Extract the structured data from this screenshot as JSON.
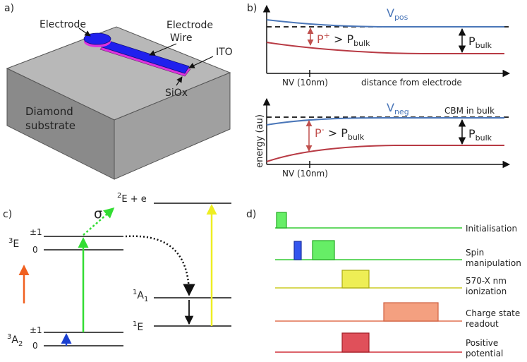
{
  "panel_a": {
    "label": "a)",
    "electrode": "Electrode",
    "wire_line1": "Electrode",
    "wire_line2": "Wire",
    "ito": "ITO",
    "siox": "SiOx",
    "substrate_line1": "Diamond",
    "substrate_line2": "substrate"
  },
  "panel_b": {
    "label": "b)",
    "y_label": "energy (au)",
    "top": {
      "v_label": "V",
      "v_sub": "pos",
      "p_rel": "P",
      "p_rel_sup": "+",
      "p_rel_mid": " > P",
      "p_rel_sub": "bulk",
      "p_bulk": "P",
      "p_bulk_sub": "bulk",
      "x_tick": "NV (10nm)",
      "x_label": "distance from electrode"
    },
    "bottom": {
      "v_label": "V",
      "v_sub": "neg",
      "cbm_label": "CBM in bulk",
      "p_rel": "P",
      "p_rel_sup": "-",
      "p_rel_mid": " > P",
      "p_rel_sub": "bulk",
      "p_bulk": "P",
      "p_bulk_sub": "bulk",
      "x_tick": "NV (10nm)"
    },
    "colors": {
      "pos_curve": "#4a76b8",
      "neg_curve": "#b83a44",
      "arrow": "#c0504d"
    }
  },
  "panel_c": {
    "label": "c)",
    "sigma": "σ",
    "ionized_sup": "2",
    "ionized_state": "E + e",
    "excited_sup": "3",
    "excited_state": "E",
    "excited_pm1": "±1",
    "excited_0": "0",
    "ground_sup": "3",
    "ground_state": "A",
    "ground_sub": "2",
    "ground_pm1": "±1",
    "ground_0": "0",
    "singlet_a1_sup": "1",
    "singlet_a1": "A",
    "singlet_a1_sub": "1",
    "singlet_e_sup": "1",
    "singlet_e": "E"
  },
  "panel_d": {
    "label": "d)",
    "rows": [
      {
        "line1": "Initialisation",
        "line2": "",
        "color": "#33cc33",
        "fill": "#66ee66"
      },
      {
        "line1": "Spin",
        "line2": "manipulation",
        "color": "#33cc33",
        "fill": "#66ee66"
      },
      {
        "line1": "570-X nm",
        "line2": "ionization",
        "color": "#cccc22",
        "fill": "#eeee55"
      },
      {
        "line1": "Charge state",
        "line2": "readout",
        "color": "#e07050",
        "fill": "#f4a080"
      },
      {
        "line1": "Positive",
        "line2": "potential",
        "color": "#d0303a",
        "fill": "#e0505a"
      }
    ]
  }
}
